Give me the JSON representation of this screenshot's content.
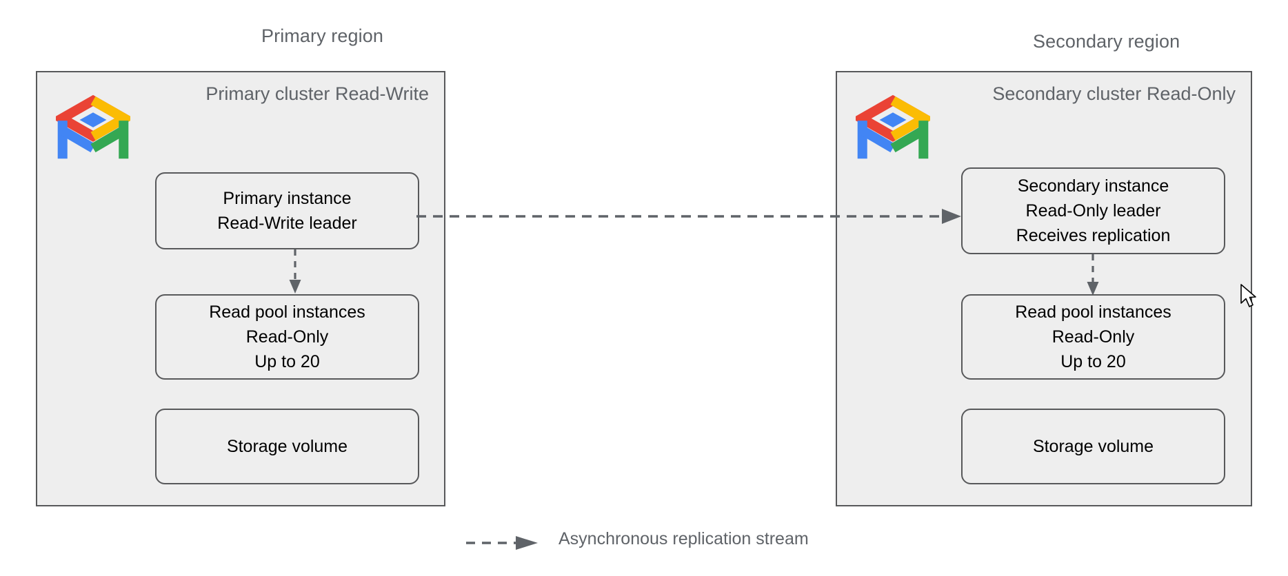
{
  "diagram": {
    "title_hidden": "AlloyDB cross-region replication topology",
    "background_color": "#ffffff",
    "cluster_fill": "#eeeeee",
    "cluster_border": "#57585a",
    "node_border": "#57585a",
    "text_color": "#000000",
    "muted_text_color": "#5f6368",
    "arrow_color": "#5f6368"
  },
  "regions": [
    {
      "region_label": "Primary region",
      "cluster_title_lines": [
        "Primary cluster",
        "Read-Write"
      ],
      "logo_name": "alloydb-logo",
      "nodes": [
        {
          "name": "primary-instance",
          "lines": [
            "Primary instance",
            "Read-Write leader"
          ]
        },
        {
          "name": "read-pool-instances",
          "lines": [
            "Read pool instances",
            "Read-Only",
            "Up to 20"
          ]
        },
        {
          "name": "storage-volume",
          "lines": [
            "Storage volume"
          ]
        }
      ]
    },
    {
      "region_label": "Secondary region",
      "cluster_title_lines": [
        "Secondary cluster",
        "Read-Only"
      ],
      "logo_name": "alloydb-logo",
      "nodes": [
        {
          "name": "secondary-instance",
          "lines": [
            "Secondary instance",
            "Read-Only leader",
            "Receives replication"
          ]
        },
        {
          "name": "read-pool-instances",
          "lines": [
            "Read pool instances",
            "Read-Only",
            "Up to 20"
          ]
        },
        {
          "name": "storage-volume",
          "lines": [
            "Storage volume"
          ]
        }
      ]
    }
  ],
  "legend": {
    "label": "Asynchronous replication stream",
    "line_style": "dashed-arrow"
  },
  "logo_colors": {
    "red": "#ea4335",
    "yellow": "#fbbc04",
    "green": "#34a853",
    "blue": "#4285f4"
  }
}
